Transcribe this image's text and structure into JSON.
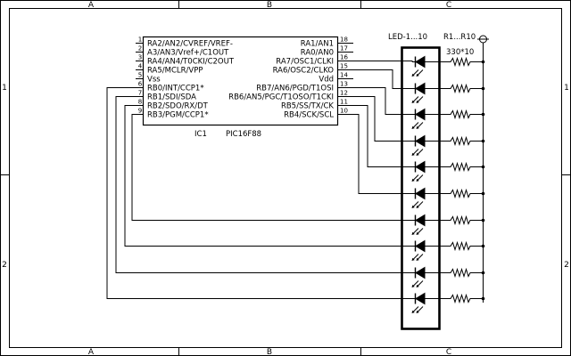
{
  "frame": {
    "columns": [
      "A",
      "B",
      "C"
    ],
    "rows": [
      "1",
      "2"
    ]
  },
  "ic": {
    "designator": "IC1",
    "part": "PIC16F88",
    "left_pins": [
      {
        "num": "1",
        "label": "RA2/AN2/CVREF/VREF-"
      },
      {
        "num": "2",
        "label": "A3/AN3/Vref+/C1OUT"
      },
      {
        "num": "3",
        "label": "RA4/AN4/T0CKI/C2OUT"
      },
      {
        "num": "4",
        "label": "RA5/MCLR/VPP"
      },
      {
        "num": "5",
        "label": "Vss"
      },
      {
        "num": "6",
        "label": "RB0/INT/CCP1*"
      },
      {
        "num": "7",
        "label": "RB1/SDI/SDA"
      },
      {
        "num": "8",
        "label": "RB2/SDO/RX/DT"
      },
      {
        "num": "9",
        "label": "RB3/PGM/CCP1*"
      }
    ],
    "right_pins": [
      {
        "num": "18",
        "label": "RA1/AN1"
      },
      {
        "num": "17",
        "label": "RA0/AN0"
      },
      {
        "num": "16",
        "label": "RA7/OSC1/CLKI"
      },
      {
        "num": "15",
        "label": "RA6/OSC2/CLKO"
      },
      {
        "num": "14",
        "label": "Vdd"
      },
      {
        "num": "13",
        "label": "RB7/AN6/PGD/T1OSI"
      },
      {
        "num": "12",
        "label": "RB6/AN5/PGC/T1OSO/T1CKI"
      },
      {
        "num": "11",
        "label": "RB5/SS/TX/CK"
      },
      {
        "num": "10",
        "label": "RB4/SCK/SCL"
      }
    ]
  },
  "leds": {
    "label": "LED-1...10",
    "count": 10
  },
  "resistors": {
    "label": "R1...R10",
    "value": "330*10",
    "count": 10
  }
}
